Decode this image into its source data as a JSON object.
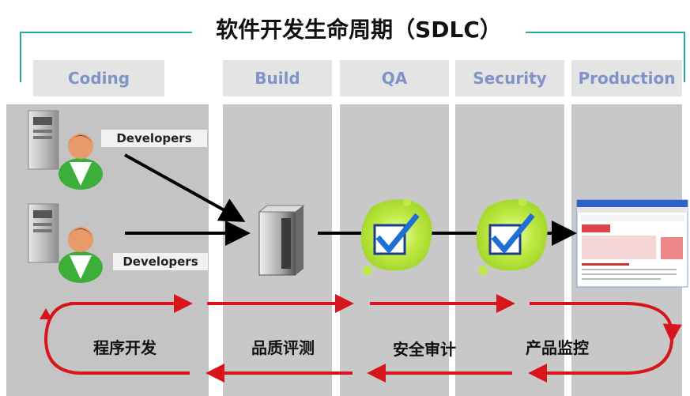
{
  "title": "软件开发生命周期（SDLC）",
  "stages": [
    {
      "label": "Coding"
    },
    {
      "label": "Build"
    },
    {
      "label": "QA"
    },
    {
      "label": "Security"
    },
    {
      "label": "Production"
    }
  ],
  "developers": [
    {
      "label": "Developers"
    },
    {
      "label": "Developers"
    }
  ],
  "phases": [
    {
      "label": "程序开发"
    },
    {
      "label": "品质评测"
    },
    {
      "label": "安全审计"
    },
    {
      "label": "产品监控"
    }
  ],
  "colors": {
    "bracket": "#2aa7a3",
    "stage_text": "#7f93c9",
    "cycle_arrow": "#d8141c",
    "check_glow": "#b7e640",
    "check_mark": "#1f6fd6"
  },
  "icons": [
    "server-icon",
    "developer-avatar-icon",
    "build-server-icon",
    "checkbox-check-icon",
    "browser-window-icon"
  ]
}
